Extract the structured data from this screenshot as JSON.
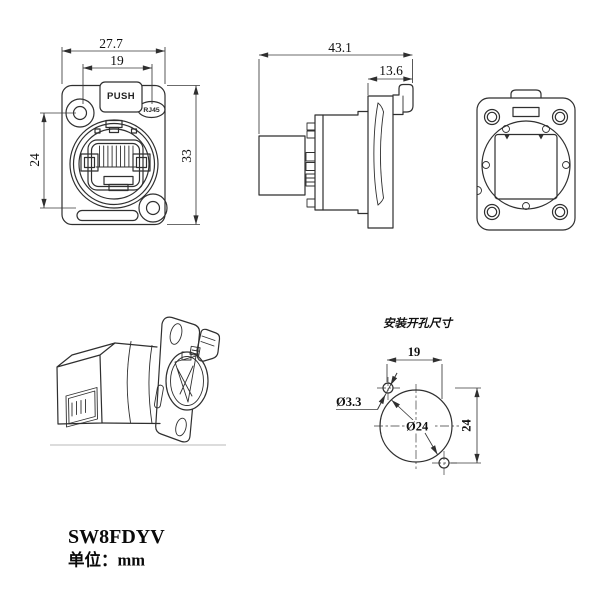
{
  "document": {
    "type": "technical-drawing",
    "product": "RJ45 panel-mount feed-through connector",
    "background_color": "#ffffff",
    "line_color": "#2f2f2f"
  },
  "front_view": {
    "label_push": "PUSH",
    "label_rj45": "RJ45",
    "dim_overall_width": "27.7",
    "dim_hole_spacing_width": "19",
    "dim_hole_spacing_height": "24",
    "dim_overall_height": "33"
  },
  "side_view": {
    "dim_overall_depth": "43.1",
    "dim_front_depth": "13.6"
  },
  "mounting_view": {
    "title": "安装开孔尺寸",
    "dim_hole_spacing_width": "19",
    "dim_hole_spacing_height": "24",
    "label_small_hole_diameter": "Ø3.3",
    "label_center_hole_diameter": "Ø24"
  },
  "footer": {
    "model": "SW8FDYV",
    "unit_label": "单位：mm"
  }
}
